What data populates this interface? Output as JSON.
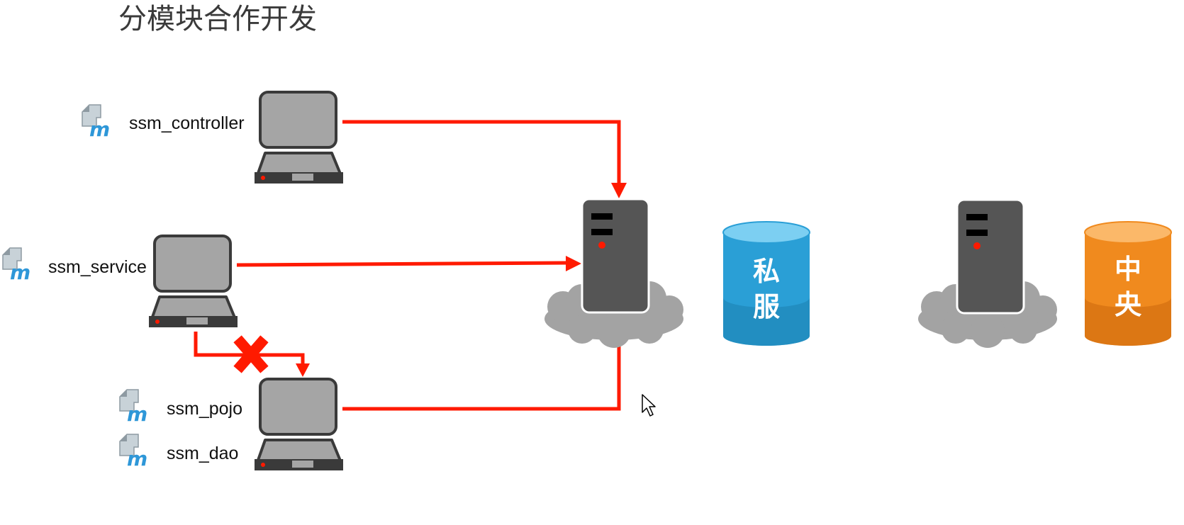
{
  "title": "分模块合作开发",
  "modules": {
    "controller": "ssm_controller",
    "service": "ssm_service",
    "pojo": "ssm_pojo",
    "dao": "ssm_dao"
  },
  "repositories": {
    "private": {
      "line1": "私",
      "line2": "服"
    },
    "central": {
      "line1": "中",
      "line2": "央"
    }
  },
  "colors": {
    "arrow": "#ff1a00",
    "laptop_screen": "#a5a5a5",
    "laptop_outline": "#3a3a3a",
    "server_body": "#555555",
    "cloud": "#a3a3a3",
    "private_db": "#2a9fd6",
    "central_db": "#f08a1e",
    "maven_icon": "#2e97d8"
  },
  "icons": [
    "maven-module-icon",
    "laptop-icon",
    "server-icon",
    "cloud-icon",
    "database-cylinder-icon",
    "blocked-cross-icon",
    "mouse-cursor-icon"
  ]
}
